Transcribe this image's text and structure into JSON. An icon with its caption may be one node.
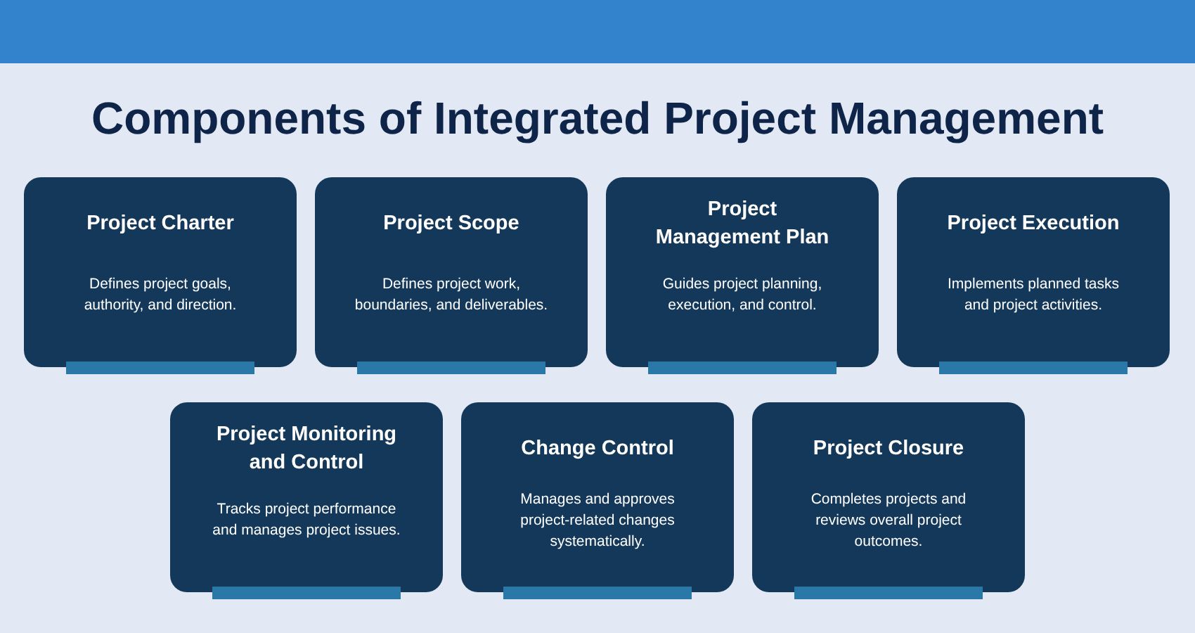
{
  "diagram": {
    "title": "Components of Integrated Project Management",
    "nodes": [
      {
        "text": [
          "Project Charter",
          "Defines project goals, authority, and direction."
        ]
      },
      {
        "text": [
          "Project Scope",
          "Defines project work, boundaries, and deliverables."
        ]
      },
      {
        "text": [
          "Project Management Plan",
          "Guides project planning, execution, and control."
        ]
      },
      {
        "text": [
          "Project Execution",
          "Implements planned tasks and project activities."
        ]
      },
      {
        "text": [
          "Project Monitoring and Control",
          "Tracks project performance and manages project issues."
        ]
      },
      {
        "text": [
          "Change Control",
          "Manages and approves project-related changes systematically."
        ]
      },
      {
        "text": [
          "Project Closure",
          "Completes projects and reviews overall project outcomes."
        ]
      }
    ]
  }
}
